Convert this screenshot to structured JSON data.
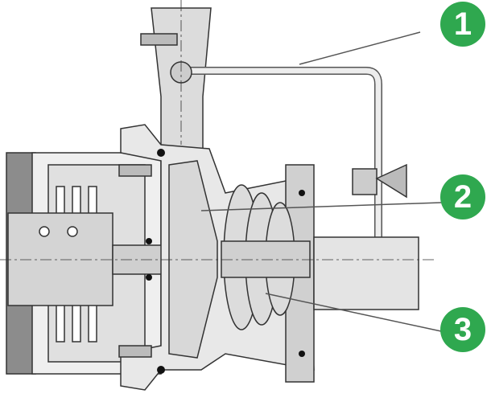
{
  "colors": {
    "badge": "#2fa84f",
    "metal": "#d9d9d9",
    "dark_metal": "#8c8c8c",
    "outline": "#333333",
    "seal": "#111111"
  },
  "callouts": [
    {
      "number": "1"
    },
    {
      "number": "2"
    },
    {
      "number": "3"
    }
  ]
}
